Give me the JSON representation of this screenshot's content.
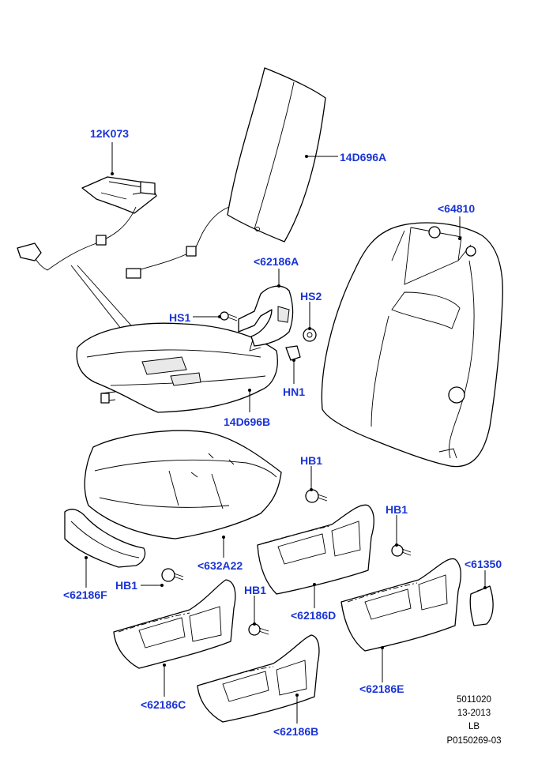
{
  "callouts": {
    "c_12K073": "12K073",
    "c_14D696A": "14D696A",
    "c_64810": "<64810",
    "c_62186A": "<62186A",
    "c_HS1": "HS1",
    "c_HS2": "HS2",
    "c_HN1": "HN1",
    "c_14D696B": "14D696B",
    "c_HB1_a": "HB1",
    "c_HB1_b": "HB1",
    "c_HB1_c": "HB1",
    "c_HB1_d": "HB1",
    "c_632A22": "<632A22",
    "c_62186F": "<62186F",
    "c_62186D": "<62186D",
    "c_61350": "<61350",
    "c_62186E": "<62186E",
    "c_62186C": "<62186C",
    "c_62186B": "<62186B"
  },
  "info": {
    "line1": "5011020",
    "line2": "13-2013",
    "line3": "LB",
    "line4": "P0150269-03"
  },
  "colors": {
    "callout": "#1a34d6",
    "line": "#000000"
  }
}
